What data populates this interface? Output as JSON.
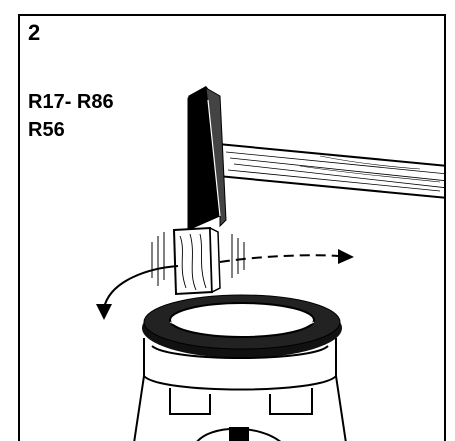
{
  "figure": {
    "step_number": "2",
    "model_lines": [
      "R17- R86",
      "R56"
    ]
  },
  "colors": {
    "ink": "#000000",
    "paper": "#ffffff"
  }
}
